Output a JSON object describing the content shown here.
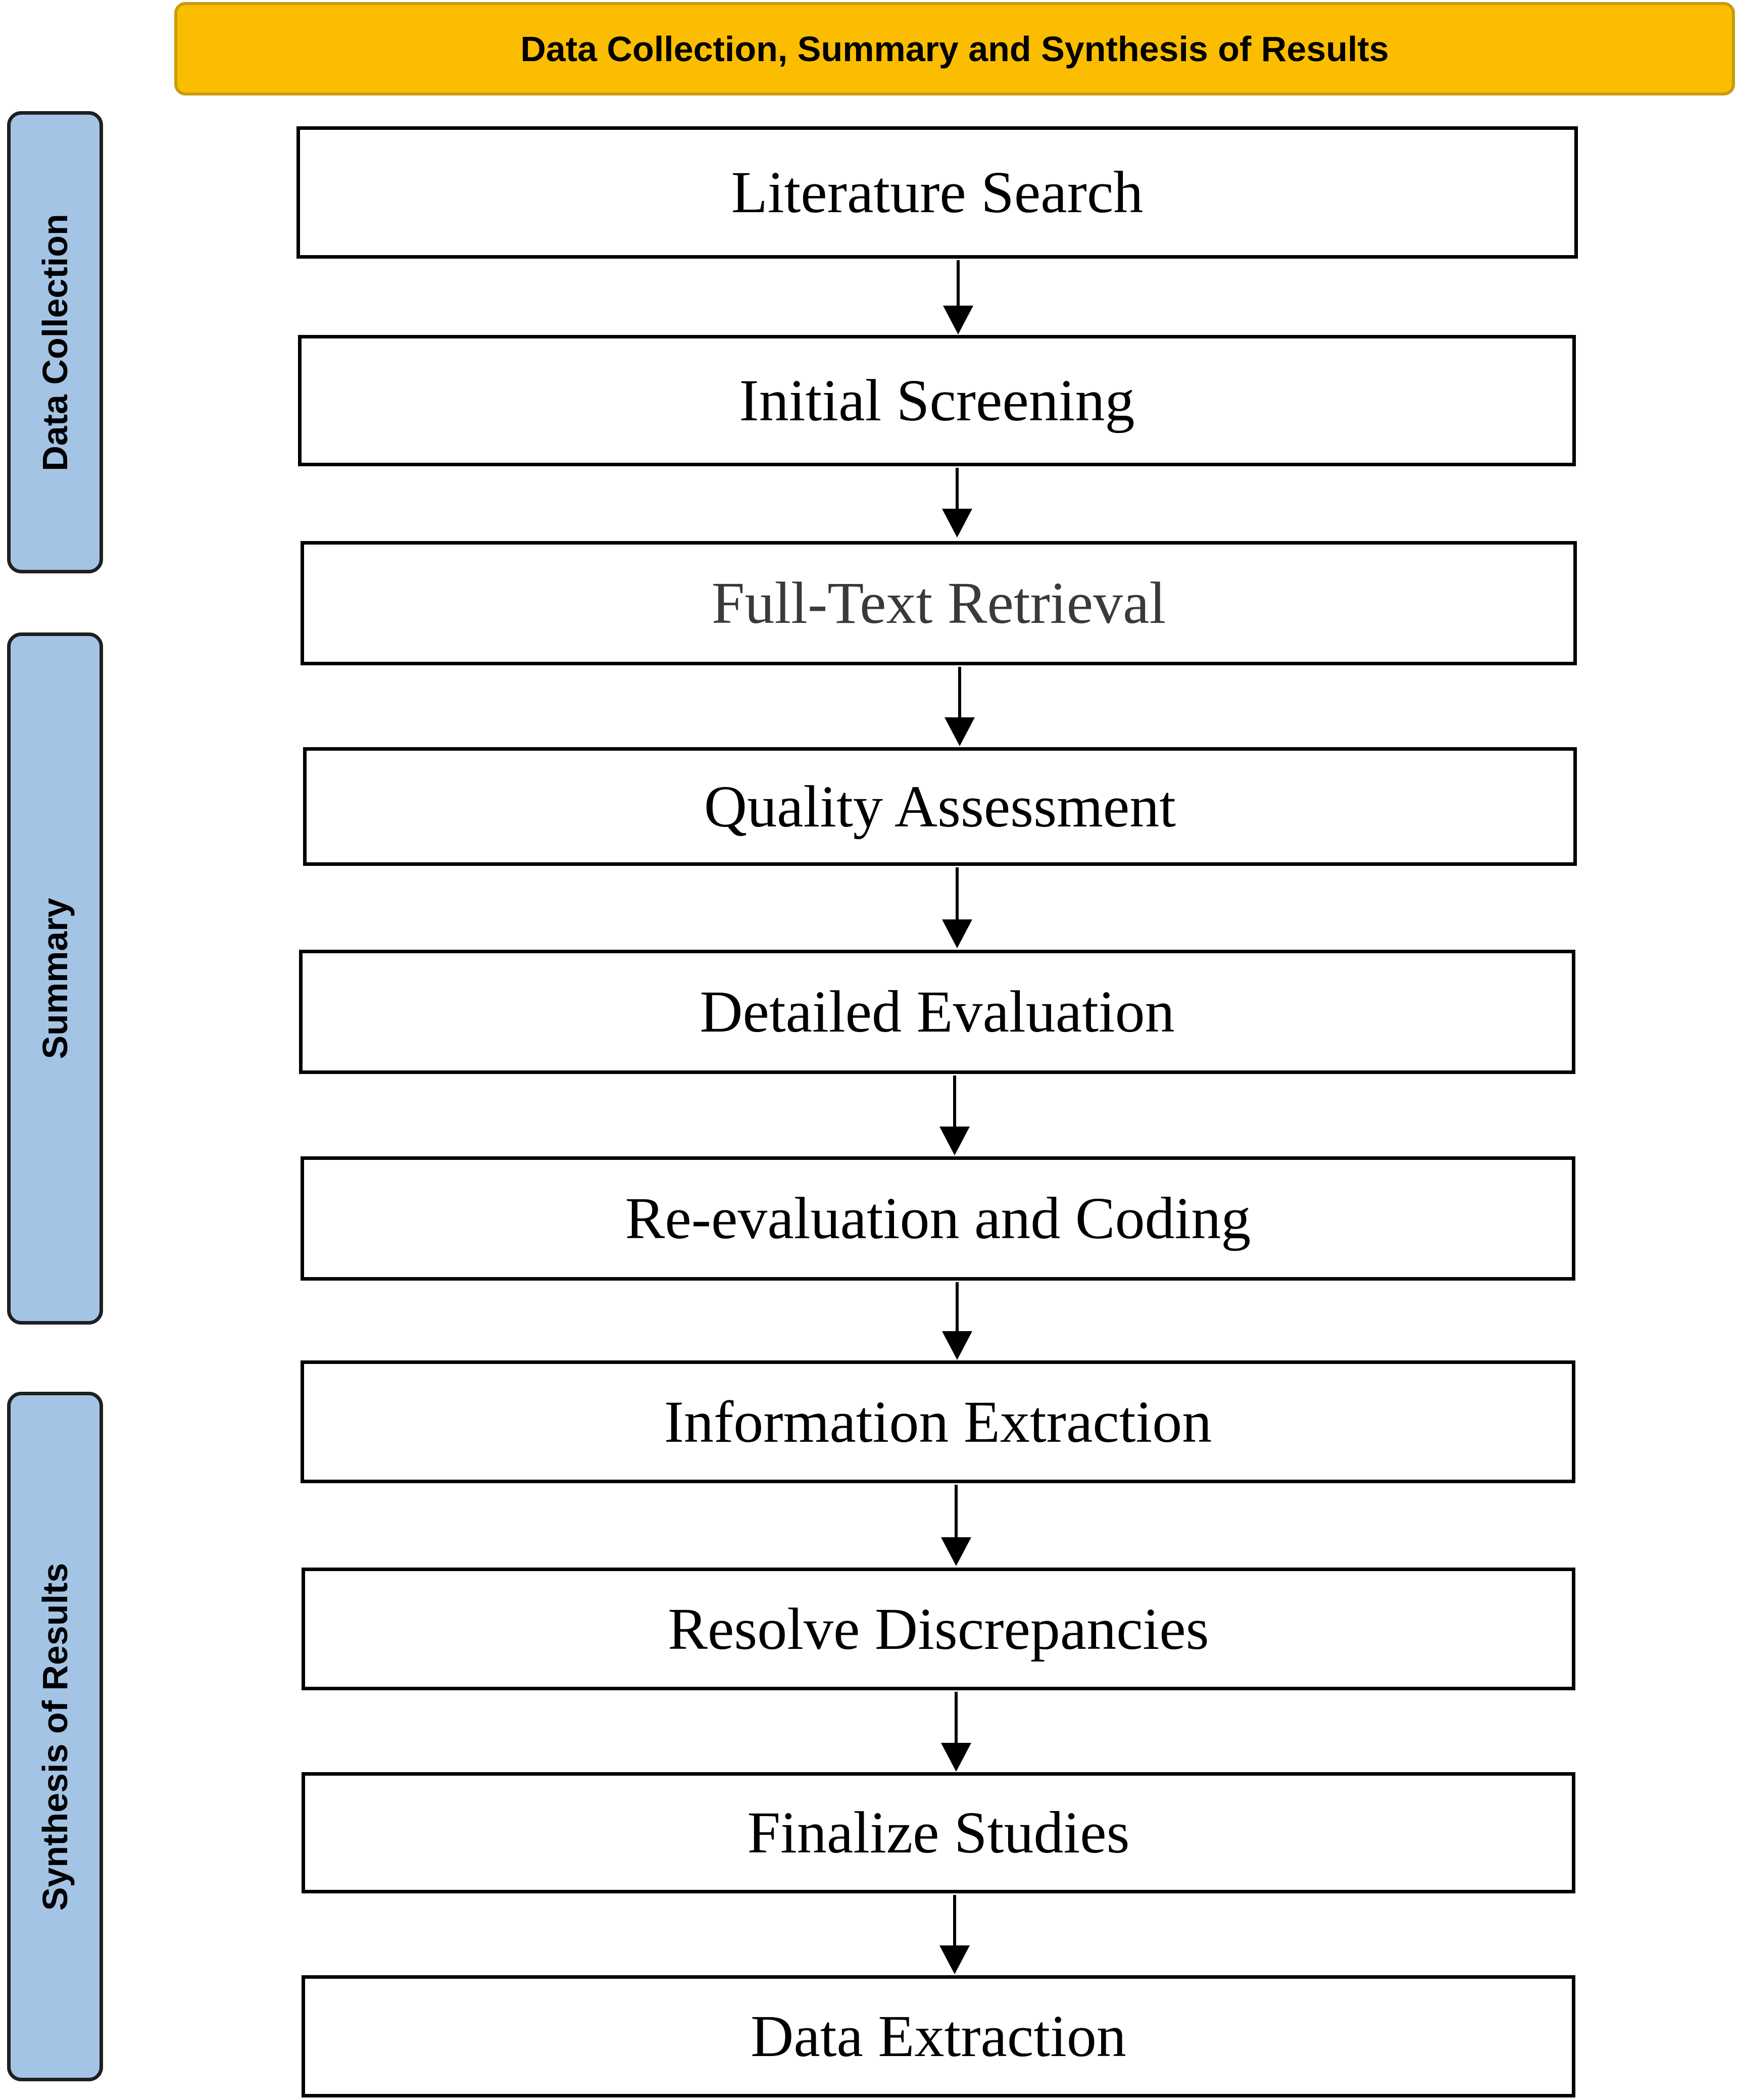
{
  "header": {
    "title": "Data Collection, Summary and Synthesis of Results"
  },
  "phases": [
    {
      "label": "Data Collection"
    },
    {
      "label": "Summary"
    },
    {
      "label": "Synthesis of Results"
    }
  ],
  "steps": [
    {
      "label": "Literature Search"
    },
    {
      "label": "Initial Screening"
    },
    {
      "label": "Full-Text Retrieval"
    },
    {
      "label": "Quality Assessment"
    },
    {
      "label": "Detailed Evaluation"
    },
    {
      "label": "Re-evaluation and Coding"
    },
    {
      "label": "Information Extraction"
    },
    {
      "label": "Resolve Discrepancies"
    },
    {
      "label": "Finalize Studies"
    },
    {
      "label": "Data Extraction"
    }
  ],
  "colors": {
    "header_fill": "#fbbd00",
    "phase_fill": "#a4c4e6",
    "step_border": "#000000"
  }
}
